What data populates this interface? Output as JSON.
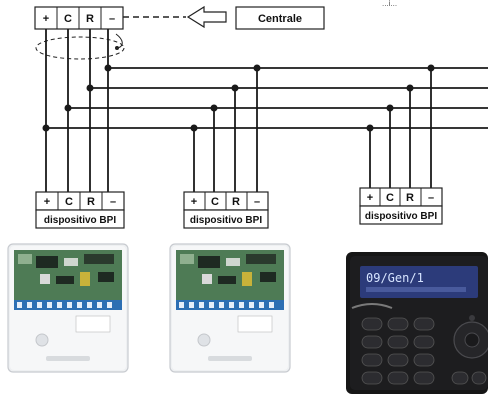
{
  "header_partial_text": "...i...",
  "central": {
    "label": "Centrale"
  },
  "terminals": [
    "+",
    "C",
    "R",
    "–"
  ],
  "devices": [
    {
      "label": "dispositivo BPI",
      "terminals": [
        "+",
        "C",
        "R",
        "–"
      ]
    },
    {
      "label": "dispositivo BPI",
      "terminals": [
        "+",
        "C",
        "R",
        "–"
      ]
    },
    {
      "label": "dispositivo BPI",
      "terminals": [
        "+",
        "C",
        "R",
        "–"
      ]
    }
  ],
  "keypad": {
    "display_text": "09/Gen/1"
  },
  "colors": {
    "line": "#1a1a1a",
    "box_border": "#222222",
    "keypad_body": "#161616",
    "lcd_bg": "#2c3b7a",
    "module_body": "#eef0f2",
    "pcb": "#4e7b55",
    "terminal_strip": "#2d6fb3"
  }
}
